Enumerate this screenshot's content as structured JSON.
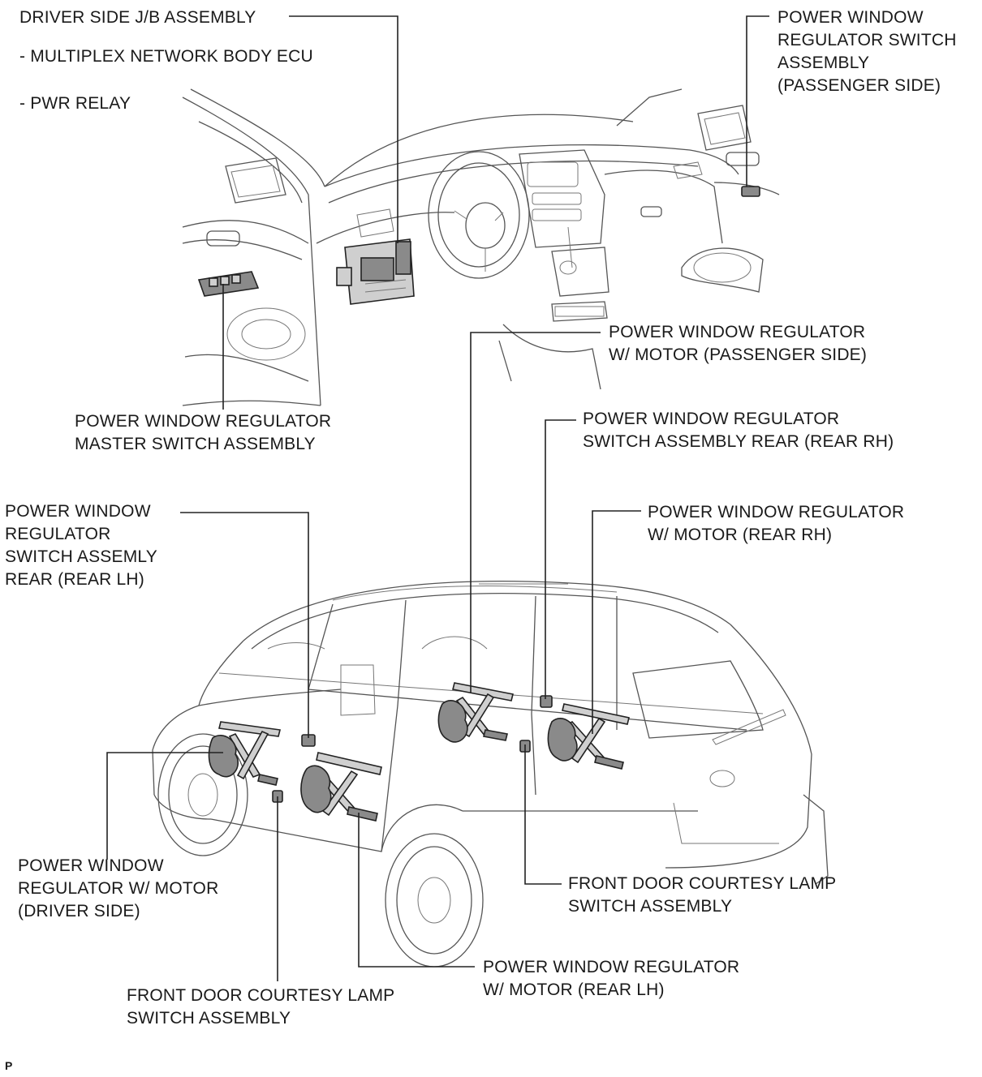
{
  "labels": {
    "driver_jb": {
      "lines": [
        "DRIVER SIDE J/B ASSEMBLY"
      ]
    },
    "multiplex_ecu": {
      "lines": [
        "- MULTIPLEX NETWORK BODY ECU"
      ]
    },
    "pwr_relay": {
      "lines": [
        "- PWR RELAY"
      ]
    },
    "pw_switch_passenger": {
      "lines": [
        "POWER WINDOW",
        "REGULATOR SWITCH",
        "ASSEMBLY",
        "(PASSENGER SIDE)"
      ]
    },
    "pw_master_switch": {
      "lines": [
        "POWER WINDOW REGULATOR",
        "MASTER SWITCH ASSEMBLY"
      ]
    },
    "pw_motor_passenger": {
      "lines": [
        "POWER WINDOW REGULATOR",
        "W/ MOTOR (PASSENGER SIDE)"
      ]
    },
    "pw_switch_rear_rh": {
      "lines": [
        "POWER WINDOW REGULATOR",
        "SWITCH ASSEMBLY REAR (REAR RH)"
      ]
    },
    "pw_motor_rear_rh": {
      "lines": [
        "POWER WINDOW REGULATOR",
        "W/ MOTOR (REAR RH)"
      ]
    },
    "pw_switch_rear_lh": {
      "lines": [
        "POWER WINDOW",
        "REGULATOR",
        "SWITCH ASSEMLY",
        "REAR (REAR LH)"
      ]
    },
    "pw_motor_driver": {
      "lines": [
        "POWER WINDOW",
        "REGULATOR W/ MOTOR",
        "(DRIVER SIDE)"
      ]
    },
    "courtesy_lamp_right": {
      "lines": [
        "FRONT DOOR COURTESY LAMP",
        "SWITCH ASSEMBLY"
      ]
    },
    "pw_motor_rear_lh": {
      "lines": [
        "POWER WINDOW REGULATOR",
        "W/ MOTOR (REAR LH)"
      ]
    },
    "courtesy_lamp_left": {
      "lines": [
        "FRONT DOOR COURTESY LAMP",
        "SWITCH ASSEMBLY"
      ]
    }
  },
  "figure_code": "P"
}
